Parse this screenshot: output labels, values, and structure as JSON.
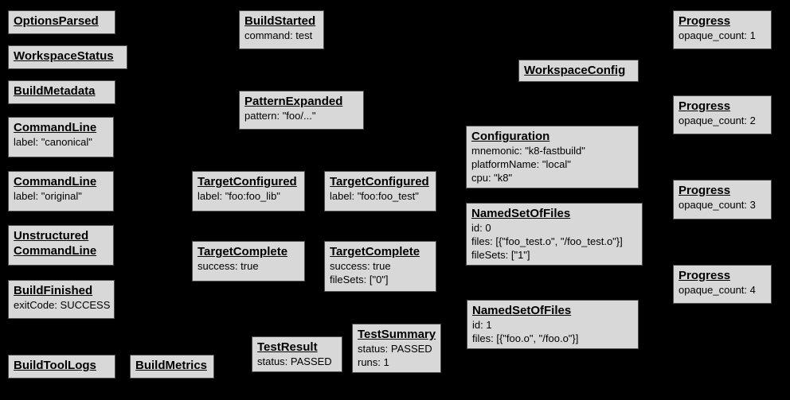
{
  "colors": {
    "background": "#000000",
    "node_fill": "#d8d8d8",
    "node_border": "#4d4d4d",
    "node_text": "#000000"
  },
  "nodes": [
    {
      "title": "OptionsParsed",
      "attrs": []
    },
    {
      "title": "WorkspaceStatus",
      "attrs": []
    },
    {
      "title": "BuildMetadata",
      "attrs": []
    },
    {
      "title": "CommandLine",
      "attrs": [
        "label: \"canonical\""
      ]
    },
    {
      "title": "CommandLine",
      "attrs": [
        "label: \"original\""
      ]
    },
    {
      "title": "Unstructured\nCommandLine",
      "attrs": []
    },
    {
      "title": "BuildFinished",
      "attrs": [
        "exitCode: SUCCESS"
      ]
    },
    {
      "title": "BuildToolLogs",
      "attrs": []
    },
    {
      "title": "BuildMetrics",
      "attrs": []
    },
    {
      "title": "BuildStarted",
      "attrs": [
        "command: test"
      ]
    },
    {
      "title": "PatternExpanded",
      "attrs": [
        "pattern: \"foo/...\""
      ]
    },
    {
      "title": "TargetConfigured",
      "attrs": [
        "label: \"foo:foo_lib\""
      ]
    },
    {
      "title": "TargetConfigured",
      "attrs": [
        "label: \"foo:foo_test\""
      ]
    },
    {
      "title": "TargetComplete",
      "attrs": [
        "success: true"
      ]
    },
    {
      "title": "TargetComplete",
      "attrs": [
        "success: true",
        "fileSets: [\"0\"]"
      ]
    },
    {
      "title": "TestResult",
      "attrs": [
        "status: PASSED"
      ]
    },
    {
      "title": "TestSummary",
      "attrs": [
        "status: PASSED",
        "runs: 1"
      ]
    },
    {
      "title": "WorkspaceConfig",
      "attrs": []
    },
    {
      "title": "Configuration",
      "attrs": [
        "mnemonic: \"k8-fastbuild\"",
        "platformName: \"local\"",
        "cpu: \"k8\""
      ]
    },
    {
      "title": "NamedSetOfFiles",
      "attrs": [
        "id: 0",
        "files: [{\"foo_test.o\", \"/foo_test.o\"}]",
        "fileSets: [\"1\"]"
      ]
    },
    {
      "title": "NamedSetOfFiles",
      "attrs": [
        "id: 1",
        "files: [{\"foo.o\", \"/foo.o\"}]"
      ]
    },
    {
      "title": "Progress",
      "attrs": [
        "opaque_count: 1"
      ]
    },
    {
      "title": "Progress",
      "attrs": [
        "opaque_count: 2"
      ]
    },
    {
      "title": "Progress",
      "attrs": [
        "opaque_count: 3"
      ]
    },
    {
      "title": "Progress",
      "attrs": [
        "opaque_count: 4"
      ]
    }
  ]
}
